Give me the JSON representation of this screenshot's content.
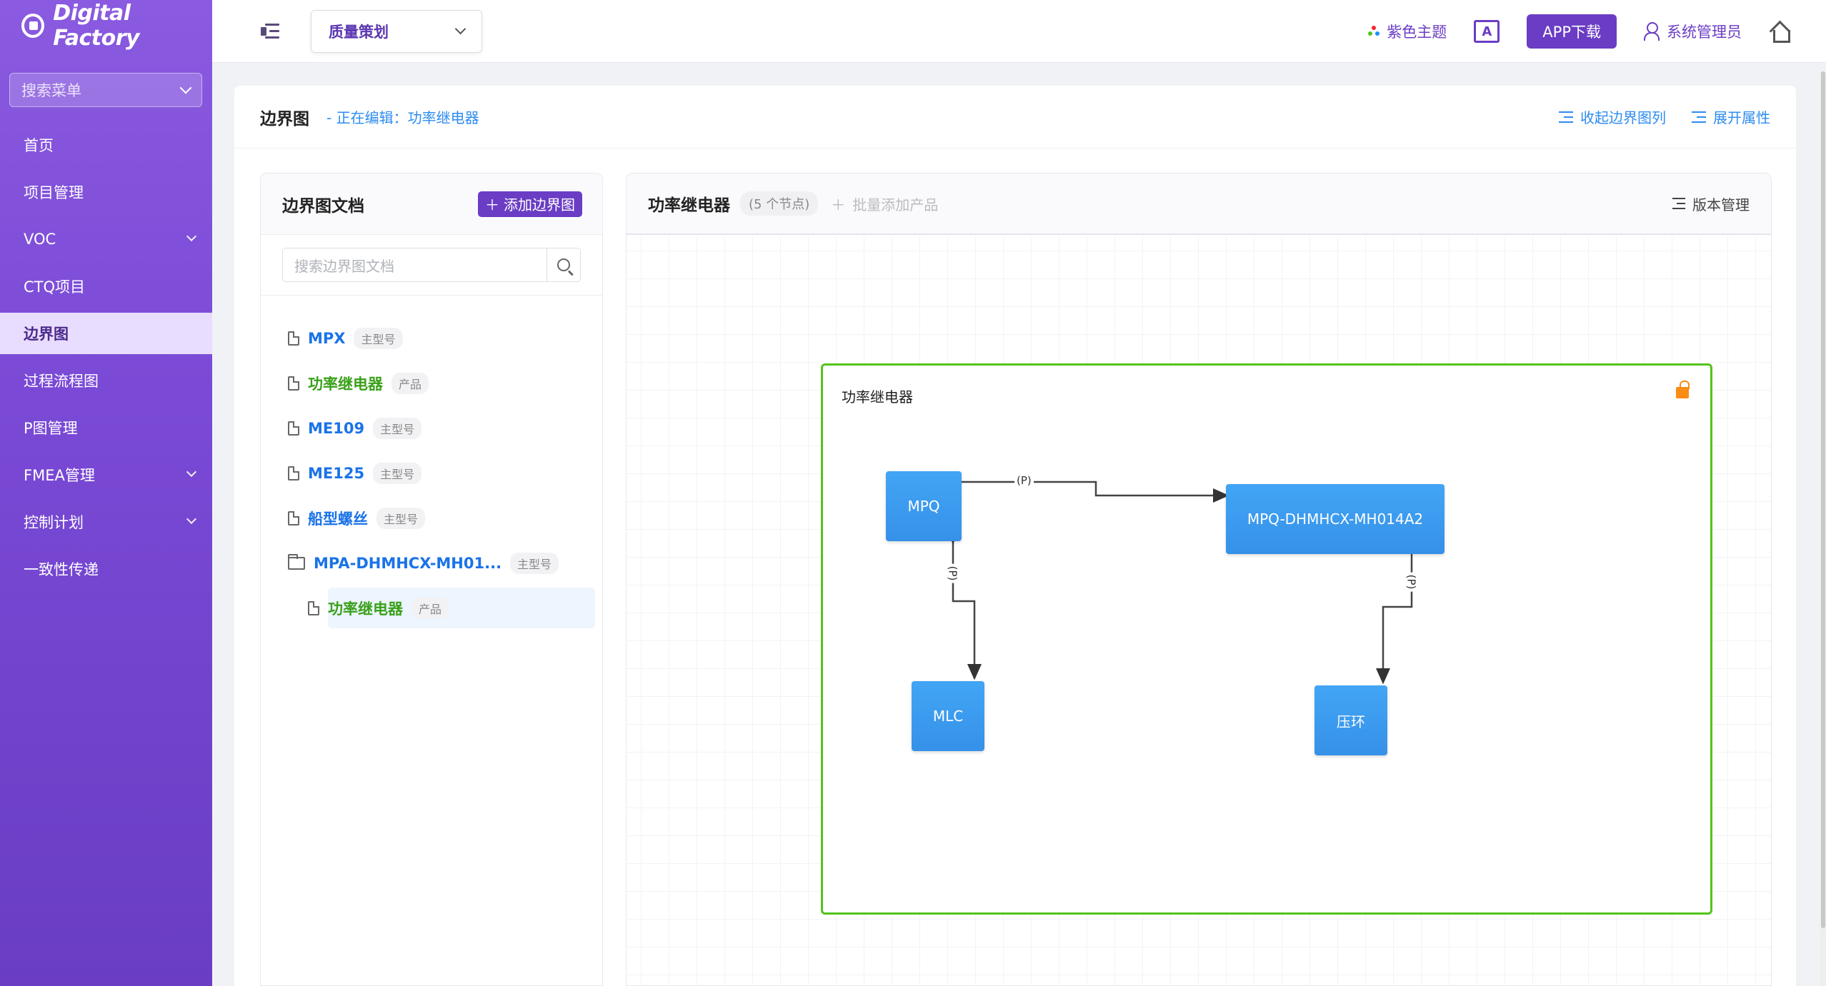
{
  "app": {
    "name": "Digital Factory"
  },
  "sidebar": {
    "search_placeholder": "搜索菜单",
    "items": [
      {
        "label": "首页"
      },
      {
        "label": "项目管理"
      },
      {
        "label": "VOC"
      },
      {
        "label": "CTQ项目"
      },
      {
        "label": "边界图"
      },
      {
        "label": "过程流程图"
      },
      {
        "label": "P图管理"
      },
      {
        "label": "FMEA管理"
      },
      {
        "label": "控制计划"
      },
      {
        "label": "一致性传递"
      }
    ]
  },
  "header": {
    "module_select": "质量策划",
    "theme_label": "紫色主题",
    "app_download": "APP下载",
    "user_name": "系统管理员",
    "translate_glyph": "A"
  },
  "page": {
    "title": "边界图",
    "editing": "- 正在编辑：功率继电器",
    "collapse_list": "收起边界图列",
    "expand_props": "展开属性"
  },
  "doc_panel": {
    "title": "边界图文档",
    "add_button": "添加边界图",
    "search_placeholder": "搜索边界图文档",
    "items": [
      {
        "name": "MPX",
        "tag": "主型号",
        "color": "#1a73e8"
      },
      {
        "name": "功率继电器",
        "tag": "产品",
        "color": "#3aa01a"
      },
      {
        "name": "ME109",
        "tag": "主型号",
        "color": "#1a73e8"
      },
      {
        "name": "ME125",
        "tag": "主型号",
        "color": "#1a73e8"
      },
      {
        "name": "船型螺丝",
        "tag": "主型号",
        "color": "#1a73e8"
      },
      {
        "name": "MPA-DHMHCX-MH01...",
        "tag": "主型号",
        "color": "#1a73e8"
      },
      {
        "name": "功率继电器",
        "tag": "产品",
        "color": "#3aa01a"
      }
    ]
  },
  "canvas": {
    "title": "功率继电器",
    "node_count": "(5 个节点)",
    "batch_add": "批量添加产品",
    "version_mgmt": "版本管理",
    "boundary_title": "功率继电器",
    "nodes": [
      {
        "label": "MPQ"
      },
      {
        "label": "MPQ-DHMHCX-MH014A2"
      },
      {
        "label": "MLC"
      },
      {
        "label": "压环"
      }
    ],
    "edge_label": "(P)"
  }
}
